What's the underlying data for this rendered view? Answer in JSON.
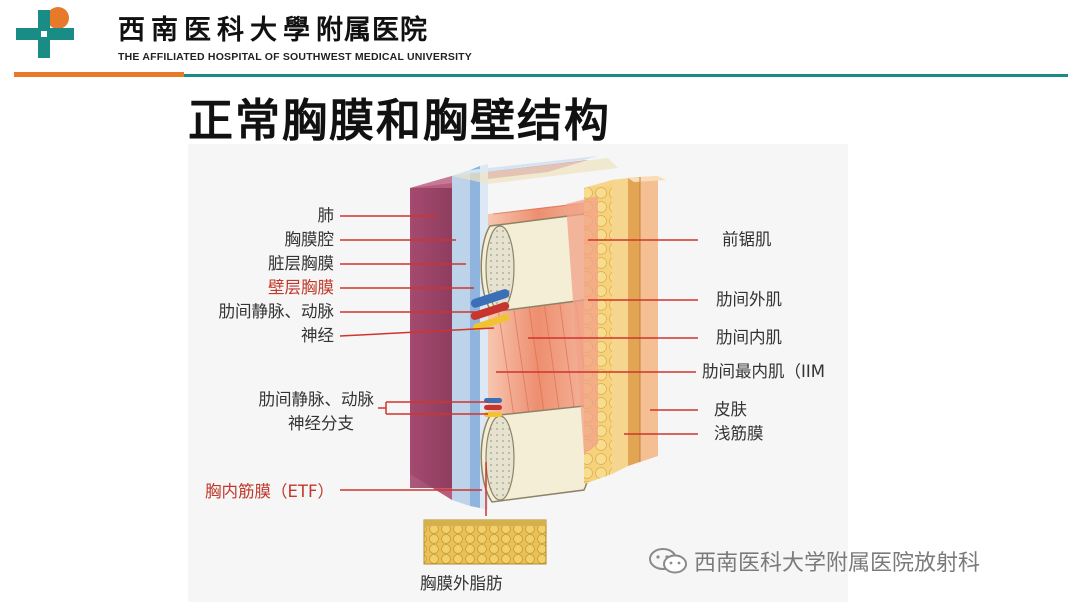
{
  "header": {
    "school_cn": "西南医科大學",
    "hospital_cn": "附属医院",
    "school_en": "THE AFFILIATED HOSPITAL OF SOUTHWEST MEDICAL UNIVERSITY"
  },
  "slide": {
    "title": "正常胸膜和胸壁结构"
  },
  "labels_left": {
    "lung": "肺",
    "pleural_cavity": "胸膜腔",
    "visceral_pleura": "脏层胸膜",
    "parietal_pleura": "壁层胸膜",
    "intercostal_vessels": "肋间静脉、动脉",
    "nerve": "神经",
    "intercostal_vessels_2": "肋间静脉、动脉",
    "nerve_branch": "神经分支",
    "etf": "胸内筋膜（ETF）",
    "extrapleural_fat": "胸膜外脂肪"
  },
  "labels_right": {
    "serratus_anterior": "前锯肌",
    "external_intercostal": "肋间外肌",
    "internal_intercostal": "肋间内肌",
    "innermost_intercostal": "肋间最内肌（IIM",
    "skin": "皮肤",
    "superficial_fascia": "浅筋膜"
  },
  "watermark": {
    "text": "西南医科大学附属医院放射科",
    "icon": "wechat-icon"
  },
  "colors": {
    "accent_orange": "#e7792a",
    "accent_teal": "#1a8c86",
    "label_red": "#c0392b",
    "leader_red": "#d0342c"
  }
}
